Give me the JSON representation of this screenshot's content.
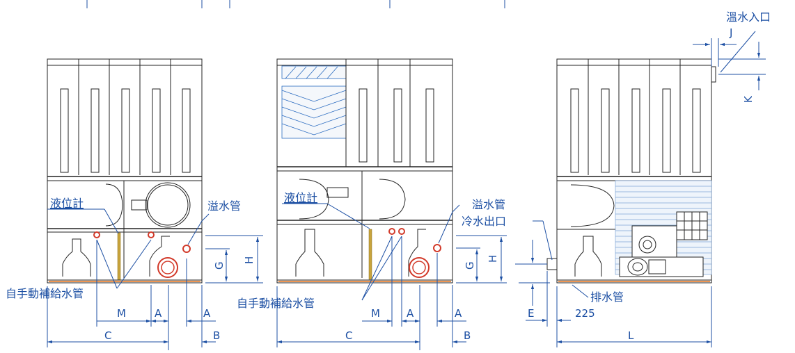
{
  "labels": {
    "overflow_pipe": "溢水管",
    "level_gauge": "液位計",
    "auto_refill_pipe": "自手動補給水管",
    "warm_water_inlet": "溫水入口",
    "cold_water_outlet": "冷水出口",
    "drain_pipe": "排水管"
  },
  "dims": {
    "a": "A",
    "b": "B",
    "c": "C",
    "e": "E",
    "g": "G",
    "h": "H",
    "j": "J",
    "k": "K",
    "l": "L",
    "m": "M",
    "v225": "225"
  },
  "colors": {
    "dimension": "#1c4fa3",
    "outline": "#222222",
    "pipe_red": "#d23a2a",
    "pipe_orange": "#e8731a",
    "level_tube": "#c8a43c",
    "grid_blue": "#7fa6d6",
    "hatch_blue": "#2a6bc0"
  }
}
